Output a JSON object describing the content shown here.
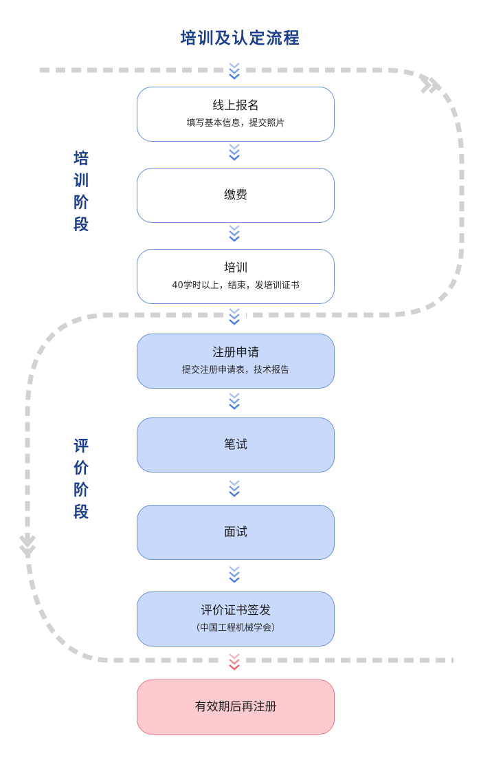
{
  "title": "培训及认定流程",
  "stages": {
    "training": "培训阶段",
    "evaluation": "评价阶段"
  },
  "steps": [
    {
      "title": "线上报名",
      "subtitle": "填写基本信息，提交照片",
      "phase": "training"
    },
    {
      "title": "缴费",
      "subtitle": "",
      "phase": "training"
    },
    {
      "title": "培训",
      "subtitle": "40学时以上，结束，发培训证书",
      "phase": "training"
    },
    {
      "title": "注册申请",
      "subtitle": "提交注册申请表，技术报告",
      "phase": "evaluation"
    },
    {
      "title": "笔试",
      "subtitle": "",
      "phase": "evaluation"
    },
    {
      "title": "面试",
      "subtitle": "",
      "phase": "evaluation"
    },
    {
      "title": "评价证书签发",
      "subtitle": "（中国工程机械学会）",
      "phase": "evaluation"
    },
    {
      "title": "有效期后再注册",
      "subtitle": "",
      "phase": "renew"
    }
  ],
  "colors": {
    "title_text": "#1d3f8f",
    "training_fill": "#ffffff",
    "evaluation_fill": "#c9d9fb",
    "renew_fill": "#fdcad0",
    "box_border": "#6b8fdf",
    "renew_border": "#e8777f",
    "chevron_blue": "#4a78e0",
    "chevron_red": "#e8626b",
    "dashed_path": "#d4d4d4"
  }
}
